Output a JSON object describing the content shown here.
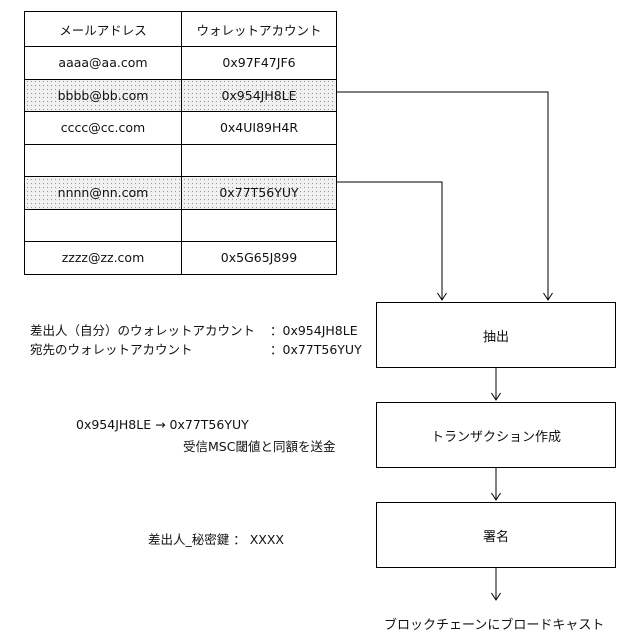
{
  "table": {
    "headers": [
      "メールアドレス",
      "ウォレットアカウント"
    ],
    "rows": [
      {
        "email": "aaaa@aa.com",
        "wallet": "0x97F47JF6"
      },
      {
        "email": "bbbb@bb.com",
        "wallet": "0x954JH8LE"
      },
      {
        "email": "cccc@cc.com",
        "wallet": "0x4UI89H4R"
      },
      {
        "email": "",
        "wallet": ""
      },
      {
        "email": "nnnn@nn.com",
        "wallet": "0x77T56YUY"
      },
      {
        "email": "",
        "wallet": ""
      },
      {
        "email": "zzzz@zz.com",
        "wallet": "0x5G65J899"
      }
    ]
  },
  "steps": {
    "extract": "抽出",
    "create_tx": "トランザクション作成",
    "sign": "署名",
    "broadcast": "ブロックチェーンにブロードキャスト"
  },
  "notes": {
    "sender_label": "差出人（自分）のウォレットアカウント",
    "sender_value": "：0x954JH8LE",
    "dest_label": "宛先のウォレットアカウント",
    "dest_value": "：0x77T56YUY",
    "transfer_line": "0x954JH8LE → 0x77T56YUY",
    "amount_line": "受信MSC閾値と同額を送金",
    "secret_key": "差出人_秘密鍵 ： XXXX"
  }
}
